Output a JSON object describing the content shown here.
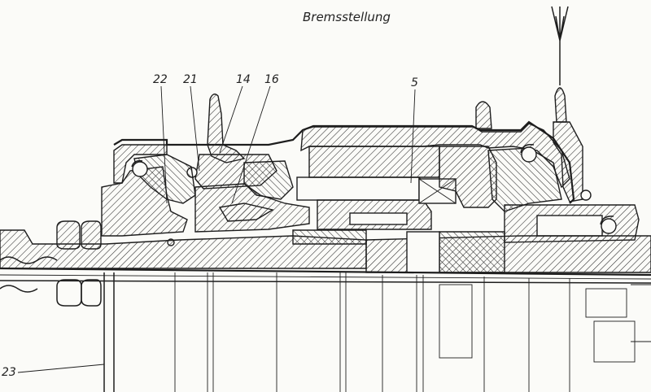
{
  "title": "Bremsstellung",
  "labels": {
    "l22": "22",
    "l21": "21",
    "l14": "14",
    "l16": "16",
    "l5": "5",
    "l23": "23"
  }
}
